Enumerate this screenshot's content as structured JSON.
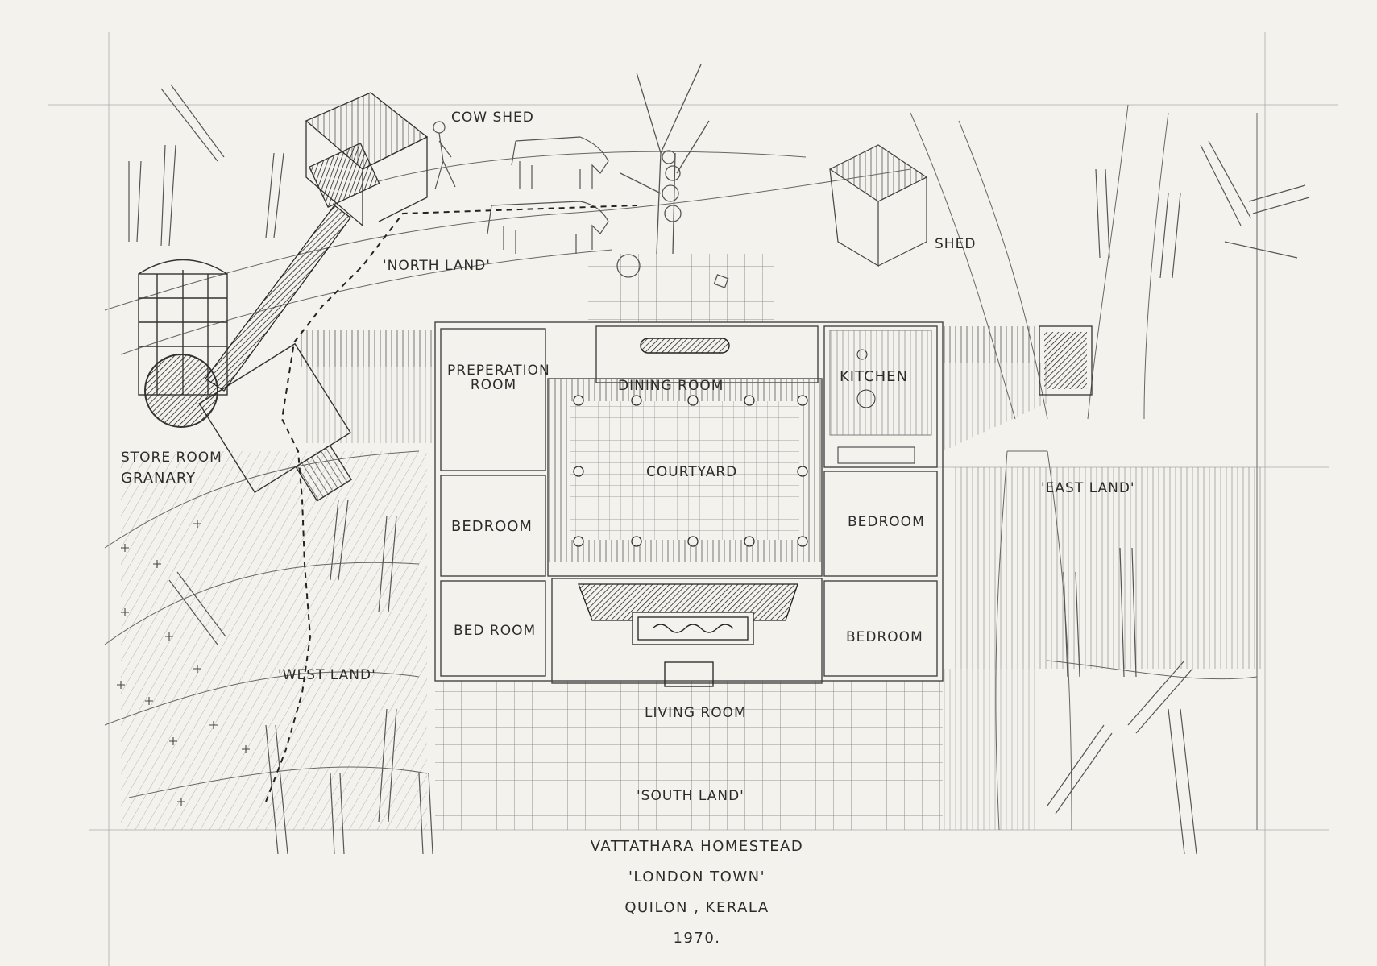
{
  "labels": {
    "cow_shed": "COW SHED",
    "shed": "SHED",
    "north_land": "'NORTH LAND'",
    "east_land": "'EAST LAND'",
    "west_land": "'WEST LAND'",
    "south_land": "'SOUTH LAND'",
    "store_room": "STORE ROOM",
    "granary": "GRANARY",
    "preparation_room_l1": "PREPERATION",
    "preparation_room_l2": "ROOM",
    "dining_room": "DINING ROOM",
    "kitchen": "KITCHEN",
    "courtyard": "COURTYARD",
    "bedroom_west_upper": "BEDROOM",
    "bedroom_west_lower": "BED ROOM",
    "bedroom_east_upper": "BEDROOM",
    "bedroom_east_lower": "BEDROOM",
    "living_room": "LIVING ROOM"
  },
  "title": {
    "line1": "VATTATHARA HOMESTEAD",
    "line2": "'LONDON TOWN'",
    "line3": "QUILON , KERALA",
    "line4": "1970."
  },
  "colors": {
    "paper": "#f4f2ec",
    "ink": "#2c2c2c",
    "pencil": "#555555"
  }
}
